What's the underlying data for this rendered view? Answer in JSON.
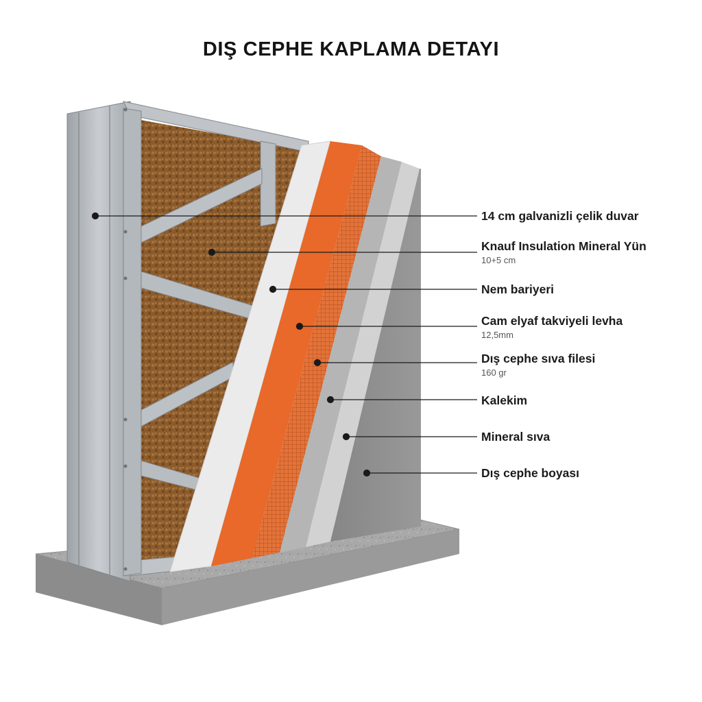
{
  "title": "DIŞ CEPHE KAPLAMA DETAYI",
  "layers": [
    {
      "name": "14 cm galvanizli çelik duvar",
      "note": ""
    },
    {
      "name": "Knauf Insulation Mineral Yün",
      "note": "10+5 cm"
    },
    {
      "name": "Nem bariyeri",
      "note": ""
    },
    {
      "name": "Cam elyaf takviyeli levha",
      "note": "12,5mm"
    },
    {
      "name": "Dış cephe sıva filesi",
      "note": "160 gr"
    },
    {
      "name": "Kalekim",
      "note": ""
    },
    {
      "name": "Mineral sıva",
      "note": ""
    },
    {
      "name": "Dış cephe boyası",
      "note": ""
    }
  ],
  "colors": {
    "steel": "#b7bcc2",
    "insulation": "#8a5a2b",
    "moisture_barrier": "#e9e9e9",
    "board": "#e8692a",
    "mesh": "#e06a30",
    "adhesive": "#b4b4b4",
    "mineral_plaster": "#cfcfcf",
    "paint": "#8d8d8d",
    "base": "#a7a7a7"
  }
}
